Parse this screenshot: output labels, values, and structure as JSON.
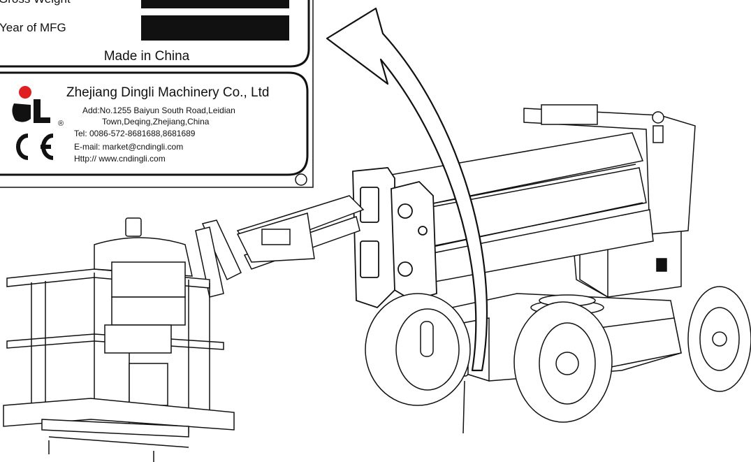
{
  "nameplate": {
    "row_gross_weight_label": "Gross Weight",
    "row_year_label": "Year of MFG",
    "made_in": "Made in China",
    "company_name": "Zhejiang Dingli Machinery Co., Ltd",
    "address_line1": "Add:No.1255 Baiyun South Road,Leidian",
    "address_line2": "Town,Deqing,Zhejiang,China",
    "tel": "Tel:  0086-572-8681688,8681689",
    "email": "E-mail: market@cndingli.com",
    "http": "Http:// www.cndingli.com",
    "registered_mark": "®",
    "ce_mark": "CE",
    "logo_letters": "dL"
  },
  "colors": {
    "line": "#111111",
    "fill_black": "#111111",
    "logo_red": "#e02020",
    "background": "#ffffff"
  },
  "icons": {
    "arrow": "curved-arrow-icon",
    "logo": "dingli-logo-icon",
    "ce": "ce-mark-icon"
  }
}
